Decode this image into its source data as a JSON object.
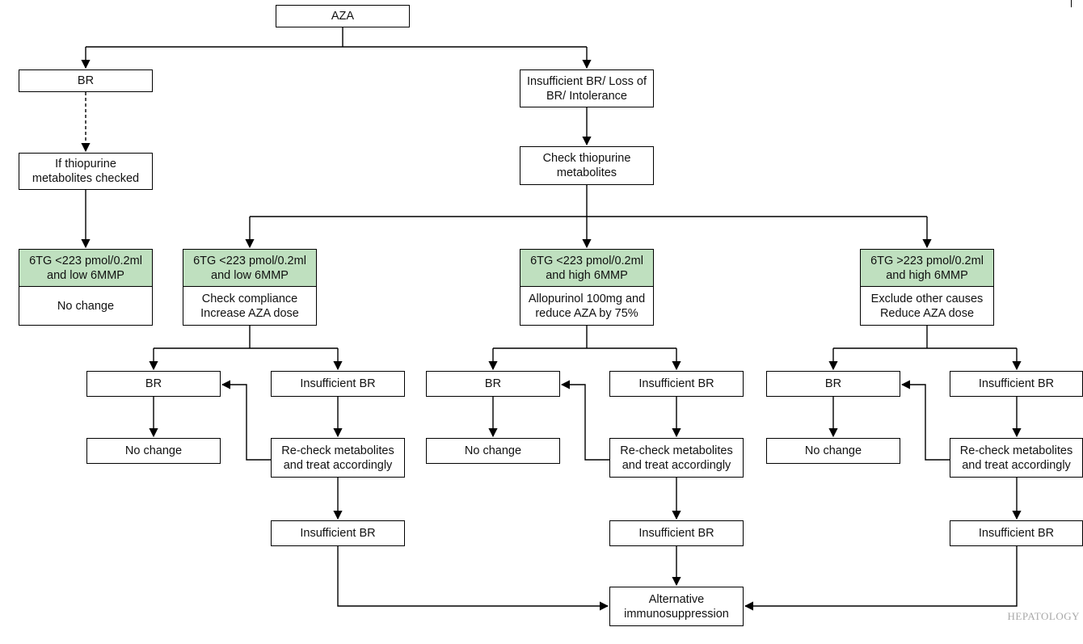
{
  "diagram": {
    "top": "AZA",
    "left_branch": {
      "br": "BR",
      "if_checked": "If thiopurine\nmetabolites checked",
      "result_header": "6TG <223 pmol/0.2ml\nand low 6MMP",
      "result_action": "No change"
    },
    "right_branch": {
      "insufficient": "Insufficient BR/ Loss of\nBR/ Intolerance",
      "check": "Check thiopurine\nmetabolites"
    },
    "columns": [
      {
        "header": "6TG <223 pmol/0.2ml\nand low 6MMP",
        "action": "Check compliance\nIncrease AZA dose",
        "br": "BR",
        "insufficient": "Insufficient BR",
        "no_change": "No change",
        "recheck": "Re-check metabolites\nand treat accordingly",
        "insufficient2": "Insufficient BR"
      },
      {
        "header": "6TG <223 pmol/0.2ml\nand high 6MMP",
        "action": "Allopurinol 100mg and\nreduce AZA by 75%",
        "br": "BR",
        "insufficient": "Insufficient BR",
        "no_change": "No change",
        "recheck": "Re-check metabolites\nand treat accordingly",
        "insufficient2": "Insufficient BR"
      },
      {
        "header": "6TG >223 pmol/0.2ml\nand high 6MMP",
        "action": "Exclude other causes\nReduce AZA dose",
        "br": "BR",
        "insufficient": "Insufficient BR",
        "no_change": "No change",
        "recheck": "Re-check metabolites\nand treat accordingly",
        "insufficient2": "Insufficient BR"
      }
    ],
    "final": "Alternative\nimmunosuppression",
    "colors": {
      "header_fill": "#bfe0bf",
      "line": "#000000"
    }
  },
  "watermark": "HEPATOLOGY"
}
